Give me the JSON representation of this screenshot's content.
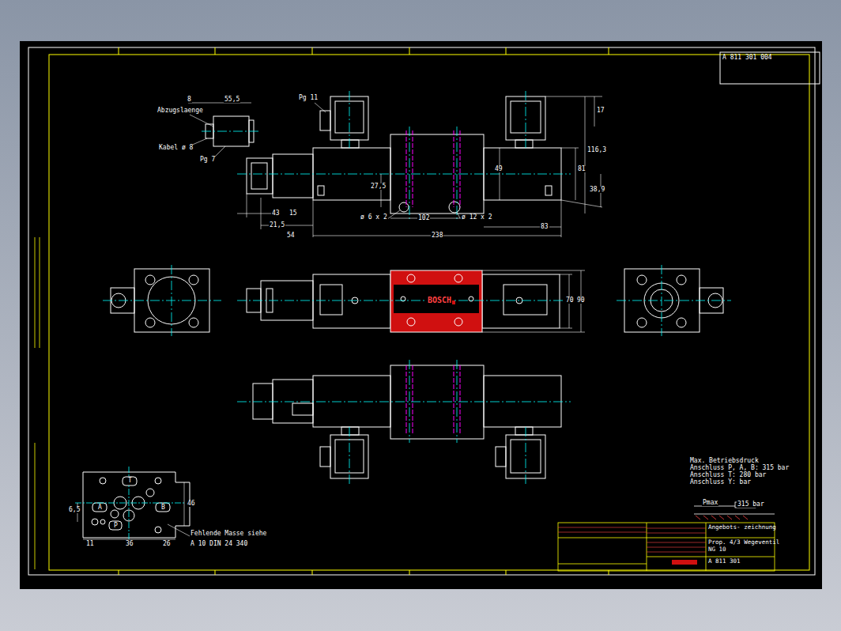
{
  "diagram": {
    "nodes": [
      {
        "text": [
          "A 811 301 004"
        ]
      },
      {
        "text": [
          "Angebots- zeichnung"
        ]
      },
      {
        "text": [
          "Prop. 4/3 Wegeventil",
          "NG 10"
        ]
      },
      {
        "text": [
          "A 811 301"
        ]
      }
    ],
    "labels": [
      "Abzugslaenge",
      "55,5",
      "8",
      "Kabel ø 8",
      "Pg 7",
      "Pg 11",
      "17",
      "116,3",
      "81",
      "38,9",
      "49",
      "27,5",
      "ø 6 x 2",
      "ø 12 x 2",
      "102",
      "238",
      "83",
      "43",
      "15",
      "21,5",
      "54",
      "BOSCH",
      "70",
      "90",
      "Max. Betriebsdruck",
      "Anschluss P, A, B: 315 bar",
      "Anschluss T: 280 bar",
      "Anschluss Y: bar",
      "Pmax",
      "315 bar",
      "T",
      "A",
      "B",
      "P",
      "46",
      "6,5",
      "11",
      "36",
      "26",
      "Fehlende Masse siehe",
      "A 10 DIN 24 340"
    ]
  }
}
